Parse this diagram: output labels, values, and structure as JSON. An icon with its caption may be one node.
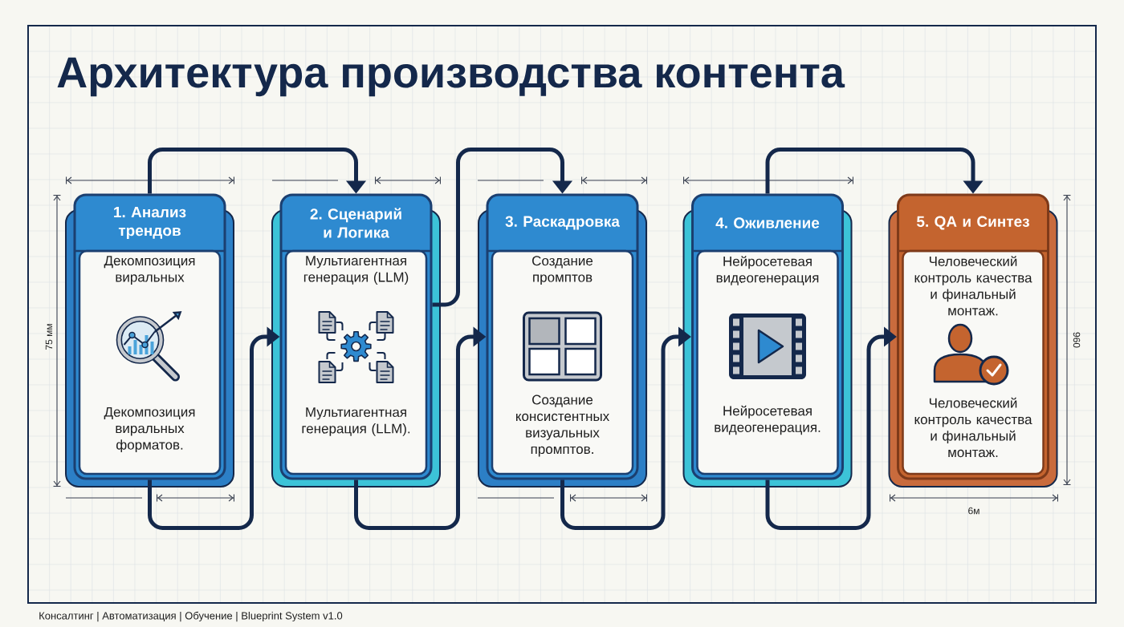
{
  "diagram": {
    "title": "Архитектура производства контента",
    "nodes": [
      {
        "text": [
          "1. Анализ трендов",
          "Декомпозиция виральных",
          "Декомпозиция виральных форматов."
        ]
      },
      {
        "text": [
          "2. Сценарий и Логика",
          "Мультиагентная генерация (LLM)",
          "Мультиагентная генерация (LLM)."
        ]
      },
      {
        "text": [
          "3. Раскадровка",
          "Создание промптов",
          "Создание консистентных визуальных промптов."
        ]
      },
      {
        "text": [
          "4. Оживление",
          "Нейросетевая видеогенерация",
          "Нейросетевая видеогенерация."
        ]
      },
      {
        "text": [
          "5. QA и Синтез",
          "Человеческий контроль качества и финальный монтаж.",
          "Человеческий контроль качества и финальный монтаж."
        ]
      }
    ],
    "edges": [
      {
        "from": 0,
        "to": 1,
        "arrow": "to"
      },
      {
        "from": 0,
        "to": 1,
        "arrow": "to"
      },
      {
        "from": 1,
        "to": 2,
        "arrow": "to"
      },
      {
        "from": 1,
        "to": 2,
        "arrow": "to"
      },
      {
        "from": 2,
        "to": 3,
        "arrow": "to"
      },
      {
        "from": 3,
        "to": 4,
        "arrow": "to"
      },
      {
        "from": 3,
        "to": 4,
        "arrow": "to"
      }
    ],
    "labels": [
      "75 мм",
      "960",
      "6м",
      "Консалтинг | Автоматизация | Обучение | Blueprint System v1.0"
    ]
  }
}
